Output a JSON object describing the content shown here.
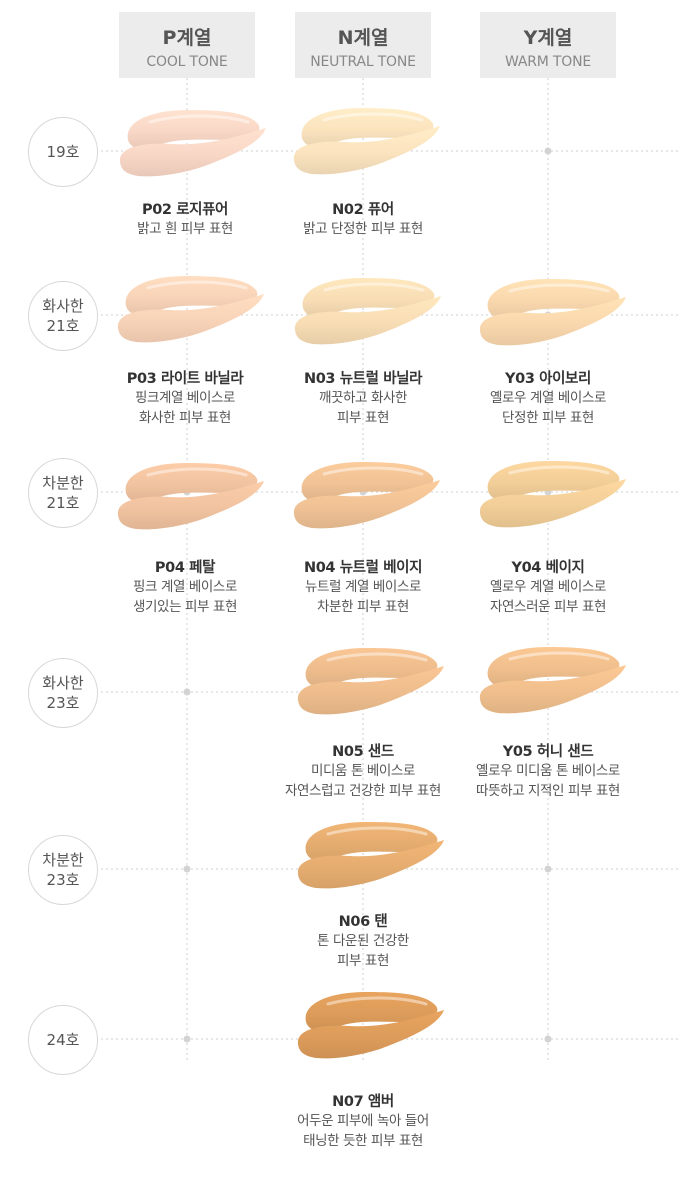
{
  "columns": [
    {
      "name": "P계열",
      "sub": "COOL TONE"
    },
    {
      "name": "N계열",
      "sub": "NEUTRAL TONE"
    },
    {
      "name": "Y계열",
      "sub": "WARM TONE"
    }
  ],
  "rows": [
    {
      "label": "19호"
    },
    {
      "label": "화사한\n21호"
    },
    {
      "label": "차분한\n21호"
    },
    {
      "label": "화사한\n23호"
    },
    {
      "label": "차분한\n23호"
    },
    {
      "label": "24호"
    }
  ],
  "shades": [
    {
      "id": "P02",
      "name": "P02 로지퓨어",
      "desc": "밝고 흰 피부 표현",
      "color": "#f9d7c6",
      "col": 0,
      "row": 0
    },
    {
      "id": "N02",
      "name": "N02 퓨어",
      "desc": "밝고 단정한 피부 표현",
      "color": "#fbe3be",
      "col": 1,
      "row": 0
    },
    {
      "id": "P03",
      "name": "P03 라이트 바닐라",
      "desc": "핑크계열 베이스로\n화사한 피부 표현",
      "color": "#f8d3b8",
      "col": 0,
      "row": 1
    },
    {
      "id": "N03",
      "name": "N03 뉴트럴 바닐라",
      "desc": "깨끗하고 화사한\n피부 표현",
      "color": "#f8ddb5",
      "col": 1,
      "row": 1
    },
    {
      "id": "Y03",
      "name": "Y03 아이보리",
      "desc": "옐로우 계열 베이스로\n단정한 피부 표현",
      "color": "#fad8ae",
      "col": 2,
      "row": 1
    },
    {
      "id": "P04",
      "name": "P04 페탈",
      "desc": "핑크 계열 베이스로\n생기있는 피부 표현",
      "color": "#f1c3a0",
      "col": 0,
      "row": 2
    },
    {
      "id": "N04",
      "name": "N04 뉴트럴 베이지",
      "desc": "뉴트럴 계열 베이스로\n차분한 피부 표현",
      "color": "#f0c295",
      "col": 1,
      "row": 2
    },
    {
      "id": "Y04",
      "name": "Y04 베이지",
      "desc": "옐로우 계열 베이스로\n자연스러운 피부 표현",
      "color": "#f2ce98",
      "col": 2,
      "row": 2
    },
    {
      "id": "N05",
      "name": "N05 샌드",
      "desc": "미디움 톤 베이스로\n자연스럽고 건강한 피부 표현",
      "color": "#eebd8d",
      "col": 1,
      "row": 3
    },
    {
      "id": "Y05",
      "name": "Y05 허니 샌드",
      "desc": "옐로우 미디움 톤 베이스로\n따뜻하고 지적인 피부 표현",
      "color": "#f0bf8d",
      "col": 2,
      "row": 3
    },
    {
      "id": "N06",
      "name": "N06 탠",
      "desc": "톤 다운된 건강한\n피부 표현",
      "color": "#e6ad70",
      "col": 1,
      "row": 4
    },
    {
      "id": "N07",
      "name": "N07 앰버",
      "desc": "어두운 피부에 녹아 들어\n태닝한 듯한 피부 표현",
      "color": "#dd9c5a",
      "col": 1,
      "row": 5
    }
  ]
}
